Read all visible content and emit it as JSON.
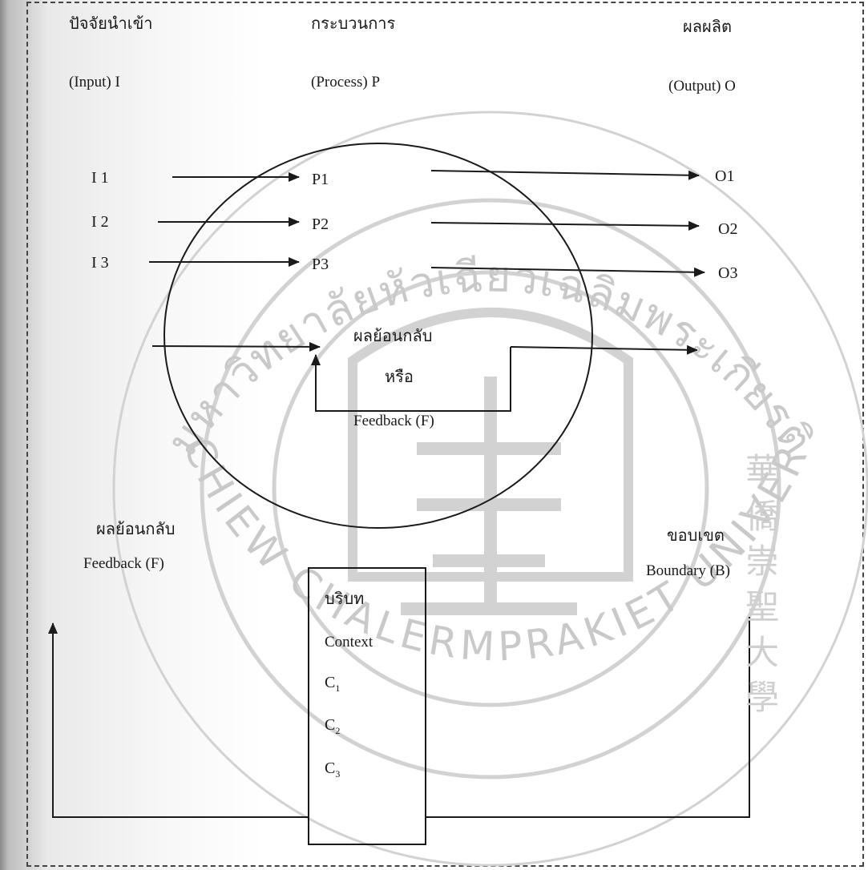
{
  "header": {
    "input_thai": "ปัจจัยนำเข้า",
    "input_en": "(Input) I",
    "process_thai": "กระบวนการ",
    "process_en": "(Process) P",
    "output_thai": "ผลผลิต",
    "output_en": "(Output) O"
  },
  "inputs": [
    "I 1",
    "I 2",
    "I 3"
  ],
  "processes": [
    "P1",
    "P2",
    "P3"
  ],
  "outputs": [
    "O1",
    "O2",
    "O3"
  ],
  "inner_feedback": {
    "line1": "ผลย้อนกลับ",
    "line2": "หรือ",
    "line3": "Feedback (F)"
  },
  "outer_feedback": {
    "thai": "ผลย้อนกลับ",
    "en": "Feedback (F)"
  },
  "boundary": {
    "thai": "ขอบเขต",
    "en": "Boundary (B)"
  },
  "context": {
    "thai": "บริบท",
    "en": "Context",
    "items": [
      {
        "letter": "C",
        "sub": "1"
      },
      {
        "letter": "C",
        "sub": "2"
      },
      {
        "letter": "C",
        "sub": "3"
      }
    ]
  },
  "watermark": {
    "top_arc": "มหาวิทยาลัยหัวเฉียวเฉลิมพระเกียรติ",
    "bottom_arc": "HUACHIEW CHALERMPRAKIET UNIVERSITY",
    "emblem_chars": "華 僑 崇 聖 大 學"
  },
  "colors": {
    "ink": "#1a1a1a",
    "watermark": "#c9c9c9"
  }
}
